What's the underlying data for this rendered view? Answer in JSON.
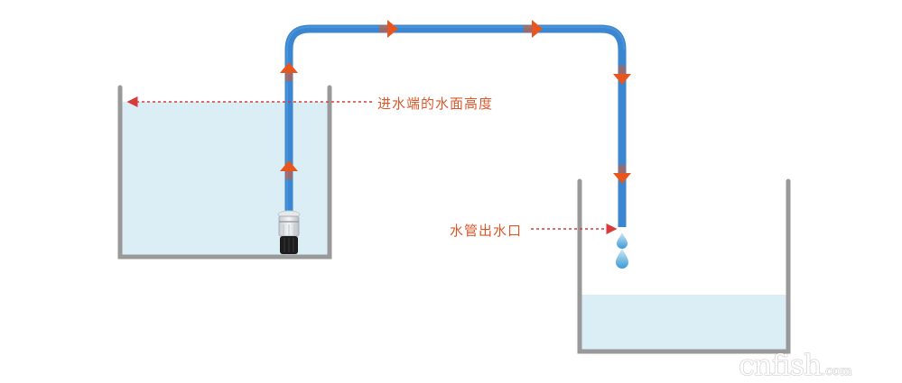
{
  "diagram": {
    "title": "Siphon / pump water flow diagram",
    "labels": {
      "inlet_water_level": "进水端的水面高度",
      "pipe_outlet": "水管出水口"
    },
    "watermark": {
      "main": "cnfish",
      "suffix": ".com"
    },
    "components": {
      "left_tank": "source tank (high water level)",
      "pump": "submersible pump",
      "pipe": "blue pipe",
      "right_tank": "receiving tank (low water level)",
      "droplets": "water droplets"
    },
    "colors": {
      "pipe": "#3a86d0",
      "arrow": "#e8561f",
      "water": "#dbeef6",
      "tank_wall": "#999999",
      "label": "#d9582b",
      "dotted_line": "#d93a3a"
    }
  }
}
